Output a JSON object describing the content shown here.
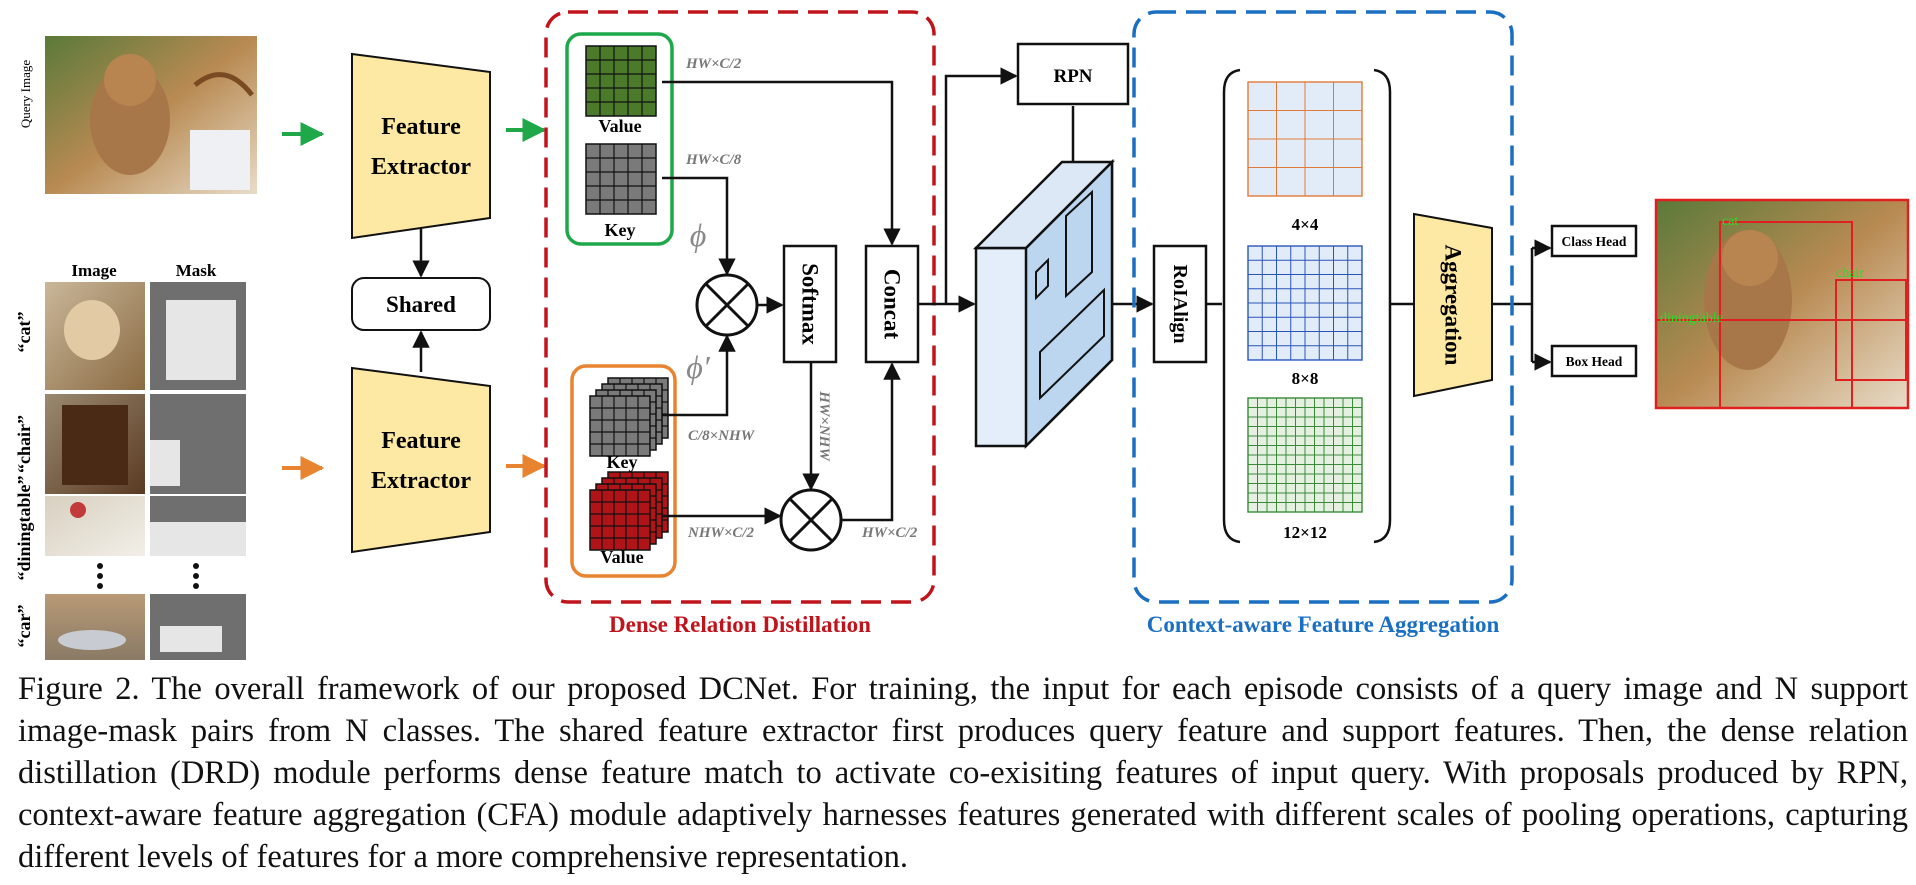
{
  "inputs": {
    "query_label": "Query Image",
    "image_header": "Image",
    "mask_header": "Mask",
    "classes": [
      "“cat”",
      "“chair”",
      "“diningtable”",
      "“car”"
    ]
  },
  "extractor": {
    "label_line1": "Feature",
    "label_line2": "Extractor",
    "shared_label": "Shared"
  },
  "drd": {
    "title": "Dense Relation Distillation",
    "query_value_label": "Value",
    "query_key_label": "Key",
    "support_key_label": "Key",
    "support_value_label": "Value",
    "dim_value": "HW×C/2",
    "dim_key": "HW×C/8",
    "dim_support_key": "C/8×NHW",
    "dim_support_value": "NHW×C/2",
    "dim_softmax_out": "HW×NHW",
    "dim_out": "HW×C/2",
    "phi": "ϕ",
    "phi_prime": "ϕ′",
    "softmax_label": "Softmax",
    "concat_label": "Concat"
  },
  "cfa": {
    "title": "Context-aware Feature Aggregation",
    "rpn_label": "RPN",
    "roialign_label": "RoIAlign",
    "grids": [
      {
        "label": "4×4",
        "n": 4
      },
      {
        "label": "8×8",
        "n": 8
      },
      {
        "label": "12×12",
        "n": 12
      }
    ],
    "aggregation_label": "Aggregation"
  },
  "heads": {
    "class_head": "Class Head",
    "box_head": "Box Head"
  },
  "output": {
    "labels": [
      "cat",
      "chair",
      "diningtable"
    ]
  },
  "colors": {
    "drd_border": "#c0141c",
    "cfa_border": "#1a6fc0",
    "query_green": "#1fa84a",
    "support_orange": "#e8832f",
    "extractor_fill": "#fde9a3",
    "grid_green": "#4a7a2a",
    "grid_red": "#b01418",
    "detection_green": "#22e022"
  },
  "caption": "Figure 2. The overall framework of our proposed DCNet. For training, the input for each episode consists of a query image and N support image-mask pairs from N classes. The shared feature extractor first produces query feature and support features. Then, the dense relation distillation (DRD) module performs dense feature match to activate co-exisiting features of input query.  With proposals produced by RPN, context-aware feature aggregation (CFA) module adaptively harnesses features generated with different scales of pooling operations, capturing different levels of features for a more comprehensive representation."
}
